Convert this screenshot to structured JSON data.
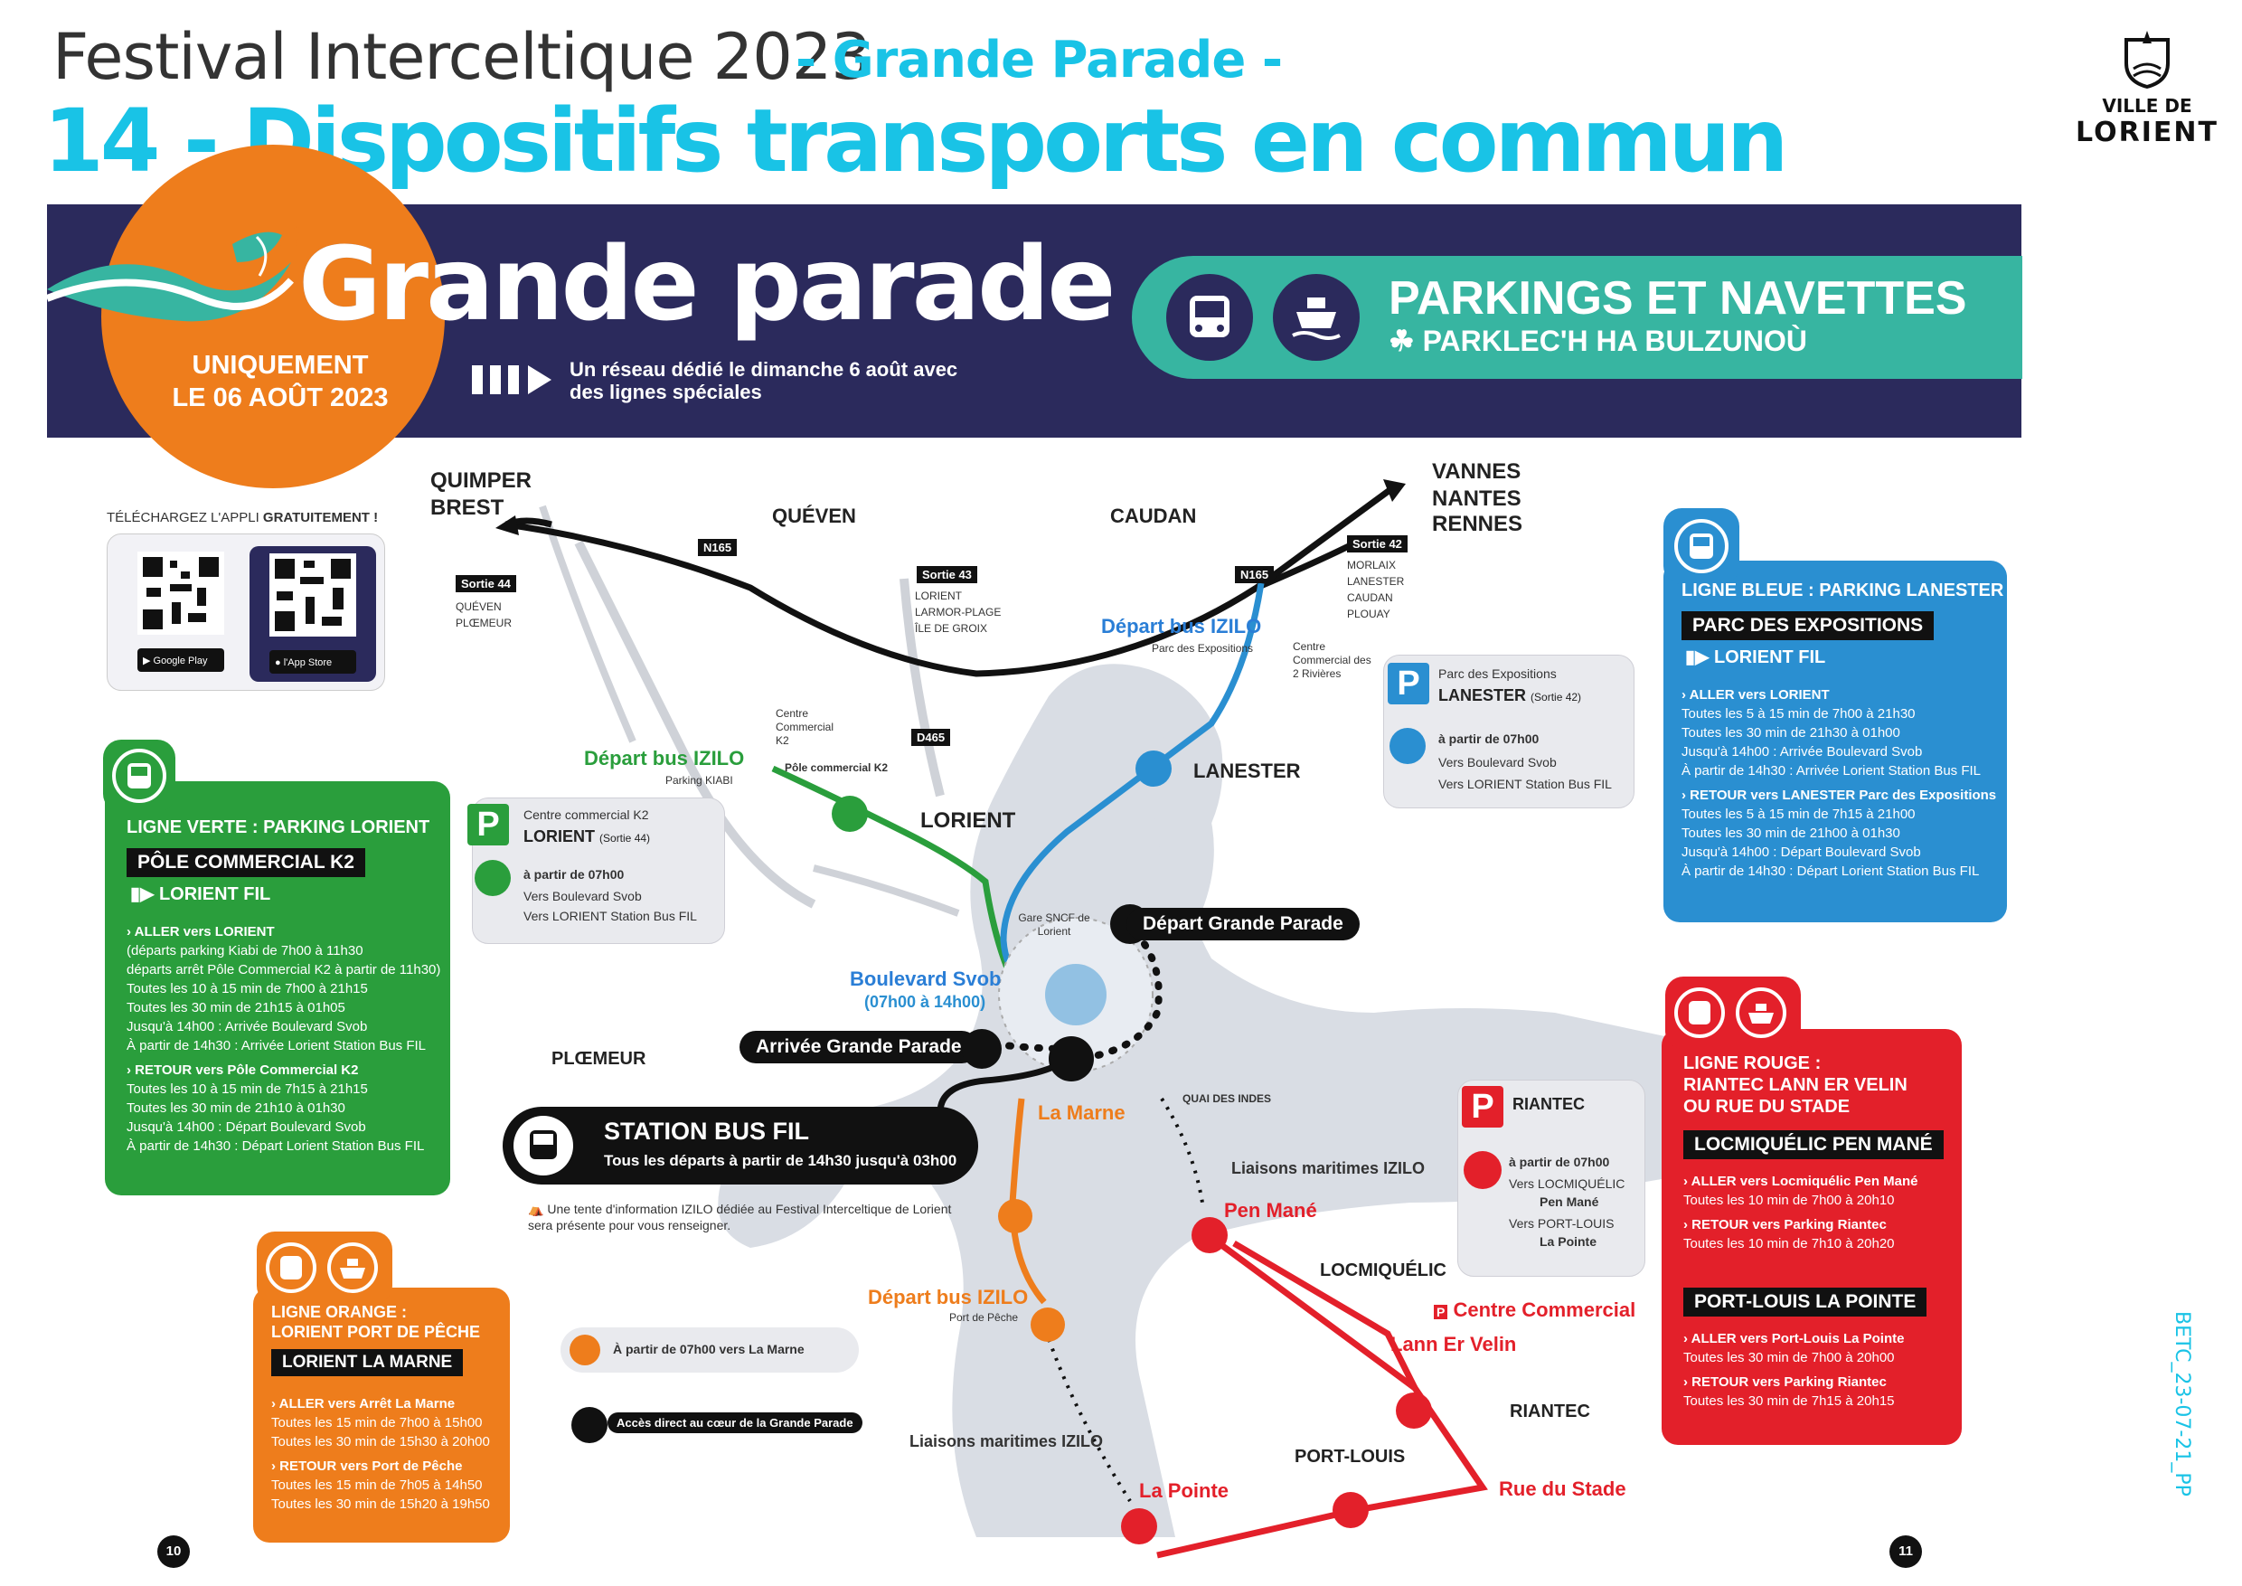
{
  "header": {
    "festival": "Festival Interceltique 2023",
    "subtitle": "- Grande Parade -",
    "title": "14 - Dispositifs transports en commun",
    "logo_line1": "VILLE DE",
    "logo_line2": "LORIENT",
    "side_code": "BETC_23-07-21_PP"
  },
  "banner": {
    "title": "Grande parade",
    "date_line1": "UNIQUEMENT",
    "date_line2": "LE 06 AOÛT 2023",
    "desc": "Un réseau dédié le dimanche 6 août avec des lignes spéciales",
    "parkings_title": "PARKINGS ET NAVETTES",
    "parkings_sub": "PARKLEC'H HA BULZUNOÙ"
  },
  "app": {
    "label_a": "TÉLÉCHARGEZ L'APPLI ",
    "label_b": "GRATUITEMENT !",
    "google": "Google Play",
    "apple": "l'App Store"
  },
  "ligne_verte": {
    "title": "LIGNE VERTE : PARKING LORIENT",
    "block": "PÔLE COMMERCIAL K2",
    "sub": "LORIENT FIL",
    "lines": [
      {
        "t": "ALLER vers LORIENT",
        "b": true
      },
      {
        "t": "(départs parking Kiabi de 7h00 à 11h30",
        "b": false
      },
      {
        "t": "départs arrêt Pôle Commercial K2 à partir de 11h30)",
        "b": false
      },
      {
        "t": "Toutes les 10 à 15 min de 7h00 à 21h15",
        "b": false
      },
      {
        "t": "Toutes les 30 min de 21h15 à 01h05",
        "b": false
      },
      {
        "t": "Jusqu'à 14h00 : Arrivée Boulevard Svob",
        "b": false
      },
      {
        "t": "À partir de 14h30 : Arrivée Lorient Station Bus FIL",
        "b": false
      },
      {
        "t": "RETOUR vers Pôle Commercial K2",
        "b": true
      },
      {
        "t": "Toutes les 10 à 15 min de 7h15 à 21h15",
        "b": false
      },
      {
        "t": "Toutes les 30 min de 21h10 à 01h30",
        "b": false
      },
      {
        "t": "Jusqu'à 14h00 : Départ Boulevard Svob",
        "b": false
      },
      {
        "t": "À partir de 14h30 : Départ Lorient Station Bus FIL",
        "b": false
      }
    ]
  },
  "ligne_bleue": {
    "title": "LIGNE BLEUE : PARKING LANESTER",
    "block": "PARC DES EXPOSITIONS",
    "sub": "LORIENT FIL",
    "lines": [
      {
        "t": "ALLER vers LORIENT",
        "b": true
      },
      {
        "t": "Toutes les 5 à 15 min de 7h00 à 21h30",
        "b": false
      },
      {
        "t": "Toutes les 30 min de 21h30 à 01h00",
        "b": false
      },
      {
        "t": "Jusqu'à 14h00 : Arrivée Boulevard Svob",
        "b": false
      },
      {
        "t": "À partir de 14h30 : Arrivée Lorient Station Bus FIL",
        "b": false
      },
      {
        "t": "RETOUR vers LANESTER Parc des Expositions",
        "b": true
      },
      {
        "t": "Toutes les 5 à 15 min de 7h15 à 21h00",
        "b": false
      },
      {
        "t": "Toutes les 30 min de 21h00 à 01h30",
        "b": false
      },
      {
        "t": "Jusqu'à 14h00 : Départ Boulevard Svob",
        "b": false
      },
      {
        "t": "À partir de 14h30 : Départ Lorient Station Bus FIL",
        "b": false
      }
    ]
  },
  "ligne_rouge": {
    "title1": "LIGNE ROUGE :",
    "title2": "RIANTEC LANN ER VELIN",
    "title3": "OU RUE DU STADE",
    "block1": "LOCMIQUÉLIC PEN MANÉ",
    "lines1": [
      {
        "t": "ALLER vers Locmiquélic Pen Mané",
        "b": true
      },
      {
        "t": "Toutes les 10 min de 7h00 à 20h10",
        "b": false
      },
      {
        "t": "RETOUR vers Parking Riantec",
        "b": true
      },
      {
        "t": "Toutes les 10 min de 7h10 à 20h20",
        "b": false
      }
    ],
    "block2": "PORT-LOUIS LA POINTE",
    "lines2": [
      {
        "t": "ALLER vers Port-Louis La Pointe",
        "b": true
      },
      {
        "t": "Toutes les 30 min de 7h00 à 20h00",
        "b": false
      },
      {
        "t": "RETOUR vers Parking Riantec",
        "b": true
      },
      {
        "t": "Toutes les 30 min de 7h15 à 20h15",
        "b": false
      }
    ]
  },
  "ligne_orange": {
    "title1": "LIGNE ORANGE :",
    "title2": "LORIENT PORT DE PÊCHE",
    "block": "LORIENT LA MARNE",
    "lines": [
      {
        "t": "ALLER vers Arrêt La Marne",
        "b": true
      },
      {
        "t": "Toutes les 15 min de 7h00 à 15h00",
        "b": false
      },
      {
        "t": "Toutes les 30 min de 15h30 à 20h00",
        "b": false
      },
      {
        "t": "RETOUR vers Port de Pêche",
        "b": true
      },
      {
        "t": "Toutes les 15 min de 7h05 à 14h50",
        "b": false
      },
      {
        "t": "Toutes les 30 min de 15h20 à 19h50",
        "b": false
      }
    ]
  },
  "cards": {
    "k2_title": "Centre commercial K2",
    "k2_city": "LORIENT",
    "k2_sortie": "(Sortie 44)",
    "k2_time": "à partir de 07h00",
    "k2_to1": "Vers Boulevard Svob",
    "k2_to2": "Vers LORIENT Station Bus FIL",
    "lan_title": "Parc des Expositions",
    "lan_city": "LANESTER",
    "lan_sortie": "(Sortie 42)",
    "lan_time": "à partir de 07h00",
    "lan_to1": "Vers Boulevard Svob",
    "lan_to2": "Vers LORIENT Station Bus FIL",
    "ria_title": "RIANTEC",
    "ria_time": "à partir de 07h00",
    "ria_to1": "Vers LOCMIQUÉLIC",
    "ria_to1b": "Pen Mané",
    "ria_to2": "Vers PORT-LOUIS",
    "ria_to2b": "La Pointe",
    "station_title": "STATION BUS FIL",
    "station_sub": "Tous les départs à partir de 14h30 jusqu'à 03h00",
    "tent_note": "Une tente d'information IZILO dédiée au Festival Interceltique de Lorient sera présente pour vous renseigner.",
    "orange_legend": "À partir de 07h00 vers La Marne",
    "access_legend": "Accès direct au cœur de la Grande Parade"
  },
  "map": {
    "quimper": "QUIMPER",
    "brest": "BREST",
    "vannes": "VANNES",
    "nantes": "NANTES",
    "rennes": "RENNES",
    "queven": "QUÉVEN",
    "caudan": "CAUDAN",
    "lorient": "LORIENT",
    "lanester": "LANESTER",
    "ploemeur": "PLŒMEUR",
    "locmiquelic": "LOCMIQUÉLIC",
    "riantec": "RIANTEC",
    "portlouis": "PORT-LOUIS",
    "n165a": "N165",
    "n165b": "N165",
    "d465": "D465",
    "s44": "Sortie 44",
    "s44a": "QUÉVEN",
    "s44b": "PLŒMEUR",
    "s43": "Sortie 43",
    "s43a": "LORIENT",
    "s43b": "LARMOR-PLAGE",
    "s43c": "ÎLE DE GROIX",
    "s42": "Sortie 42",
    "s42a": "MORLAIX",
    "s42b": "LANESTER",
    "s42c": "CAUDAN",
    "s42d": "PLOUAY",
    "dep_izilo_blue": "Départ bus IZILO",
    "dep_izilo_blue_sub": "Parc des Expositions",
    "cc2r": "Centre Commercial des 2 Rivières",
    "dep_izilo_green": "Départ bus IZILO",
    "dep_izilo_green_sub": "Parking KIABI",
    "cck2": "Centre Commercial K2",
    "pole_k2": "Pôle commercial K2",
    "gare": "Gare SNCF de Lorient",
    "depart_gp": "Départ Grande Parade",
    "arrivee_gp": "Arrivée Grande Parade",
    "svob": "Boulevard Svob",
    "svob_sub": "(07h00 à 14h00)",
    "la_marne": "La Marne",
    "quai": "QUAI DES INDES",
    "liaisons1": "Liaisons maritimes IZILO",
    "liaisons2": "Liaisons maritimes IZILO",
    "pen_mane": "Pen Mané",
    "cc_ria": "Centre Commercial",
    "lann": "Lann Er Velin",
    "rue_stade": "Rue du Stade",
    "la_pointe": "La Pointe",
    "dep_izilo_orange": "Départ bus IZILO",
    "dep_izilo_orange_sub": "Port de Pêche",
    "page_left": "10",
    "page_right": "11"
  },
  "colors": {
    "cyan": "#19c3e6",
    "navy": "#2b2a5c",
    "orange": "#ee7d1c",
    "green": "#2a9e3c",
    "blue": "#2a8fd1",
    "red": "#e3202a",
    "teal": "#37b5a1"
  }
}
